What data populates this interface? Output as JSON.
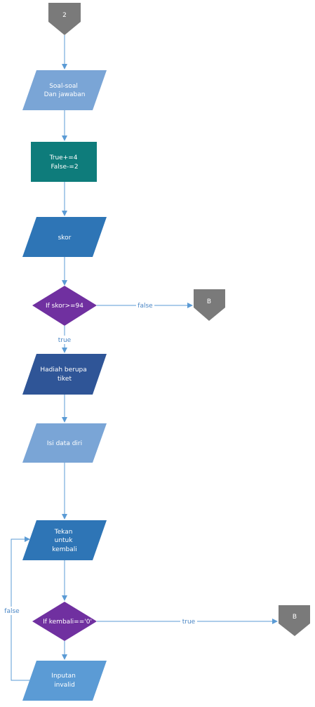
{
  "colors": {
    "connector": "#7a7a7a",
    "light_parallelogram": "#7aa5d6",
    "mid_parallelogram": "#2e75b6",
    "dark_parallelogram": "#2f5597",
    "process": "#0e7c7b",
    "decision": "#7030a0",
    "line": "#5b9bd5"
  },
  "nodes": {
    "start_connector": "2",
    "questions": [
      "Soal-soal",
      "Dan jawaban"
    ],
    "scoring": [
      "True+=4",
      "False-=2"
    ],
    "score": "skor",
    "decision_score": "If skor>=94",
    "connector_b1": "B",
    "prize": [
      "Hadiah berupa",
      "tiket"
    ],
    "fill_data": "Isi data diri",
    "press_back": [
      "Tekan",
      "untuk",
      "kembali"
    ],
    "decision_back": "If kembali=='0'",
    "connector_b2": "B",
    "invalid": [
      "Inputan",
      "invalid"
    ]
  },
  "edges": {
    "score_false": "false",
    "score_true": "true",
    "back_true": "true",
    "back_false": "false"
  }
}
